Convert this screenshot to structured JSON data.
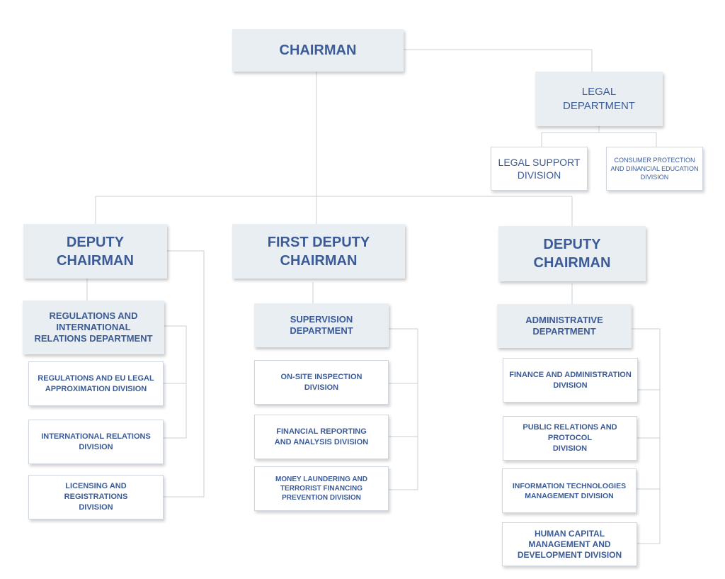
{
  "chairman": "CHAIRMAN",
  "legal": {
    "department": "LEGAL\nDEPARTMENT",
    "support_division": "LEGAL SUPPORT\nDIVISION",
    "consumer_division": "CONSUMER PROTECTION\nAND DINANCIAL EDUCATION\nDIVISION"
  },
  "left": {
    "title": "DEPUTY\nCHAIRMAN",
    "department": "REGULATIONS AND\nINTERNATIONAL\nRELATIONS DEPARTMENT",
    "divisions": [
      "REGULATIONS AND EU LEGAL\nAPPROXIMATION DIVISION",
      "INTERNATIONAL RELATIONS\nDIVISION",
      "LICENSING AND\nREGISTRATIONS\nDIVISION"
    ]
  },
  "center": {
    "title": "FIRST DEPUTY\nCHAIRMAN",
    "department": "SUPERVISION\nDEPARTMENT",
    "divisions": [
      "ON-SITE INSPECTION\nDIVISION",
      "FINANCIAL REPORTING\nAND ANALYSIS DIVISION",
      "MONEY LAUNDERING AND\nTERRORIST FINANCING\nPREVENTION DIVISION"
    ]
  },
  "right": {
    "title": "DEPUTY\nCHAIRMAN",
    "department": "ADMINISTRATIVE\nDEPARTMENT",
    "divisions": [
      "FINANCE AND ADMINISTRATION\nDIVISION",
      "PUBLIC RELATIONS AND\nPROTOCOL\nDIVISION",
      "INFORMATION TECHNOLOGIES\nMANAGEMENT DIVISION",
      "HUMAN CAPITAL\nMANAGEMENT AND\nDEVELOPMENT DIVISION"
    ]
  }
}
